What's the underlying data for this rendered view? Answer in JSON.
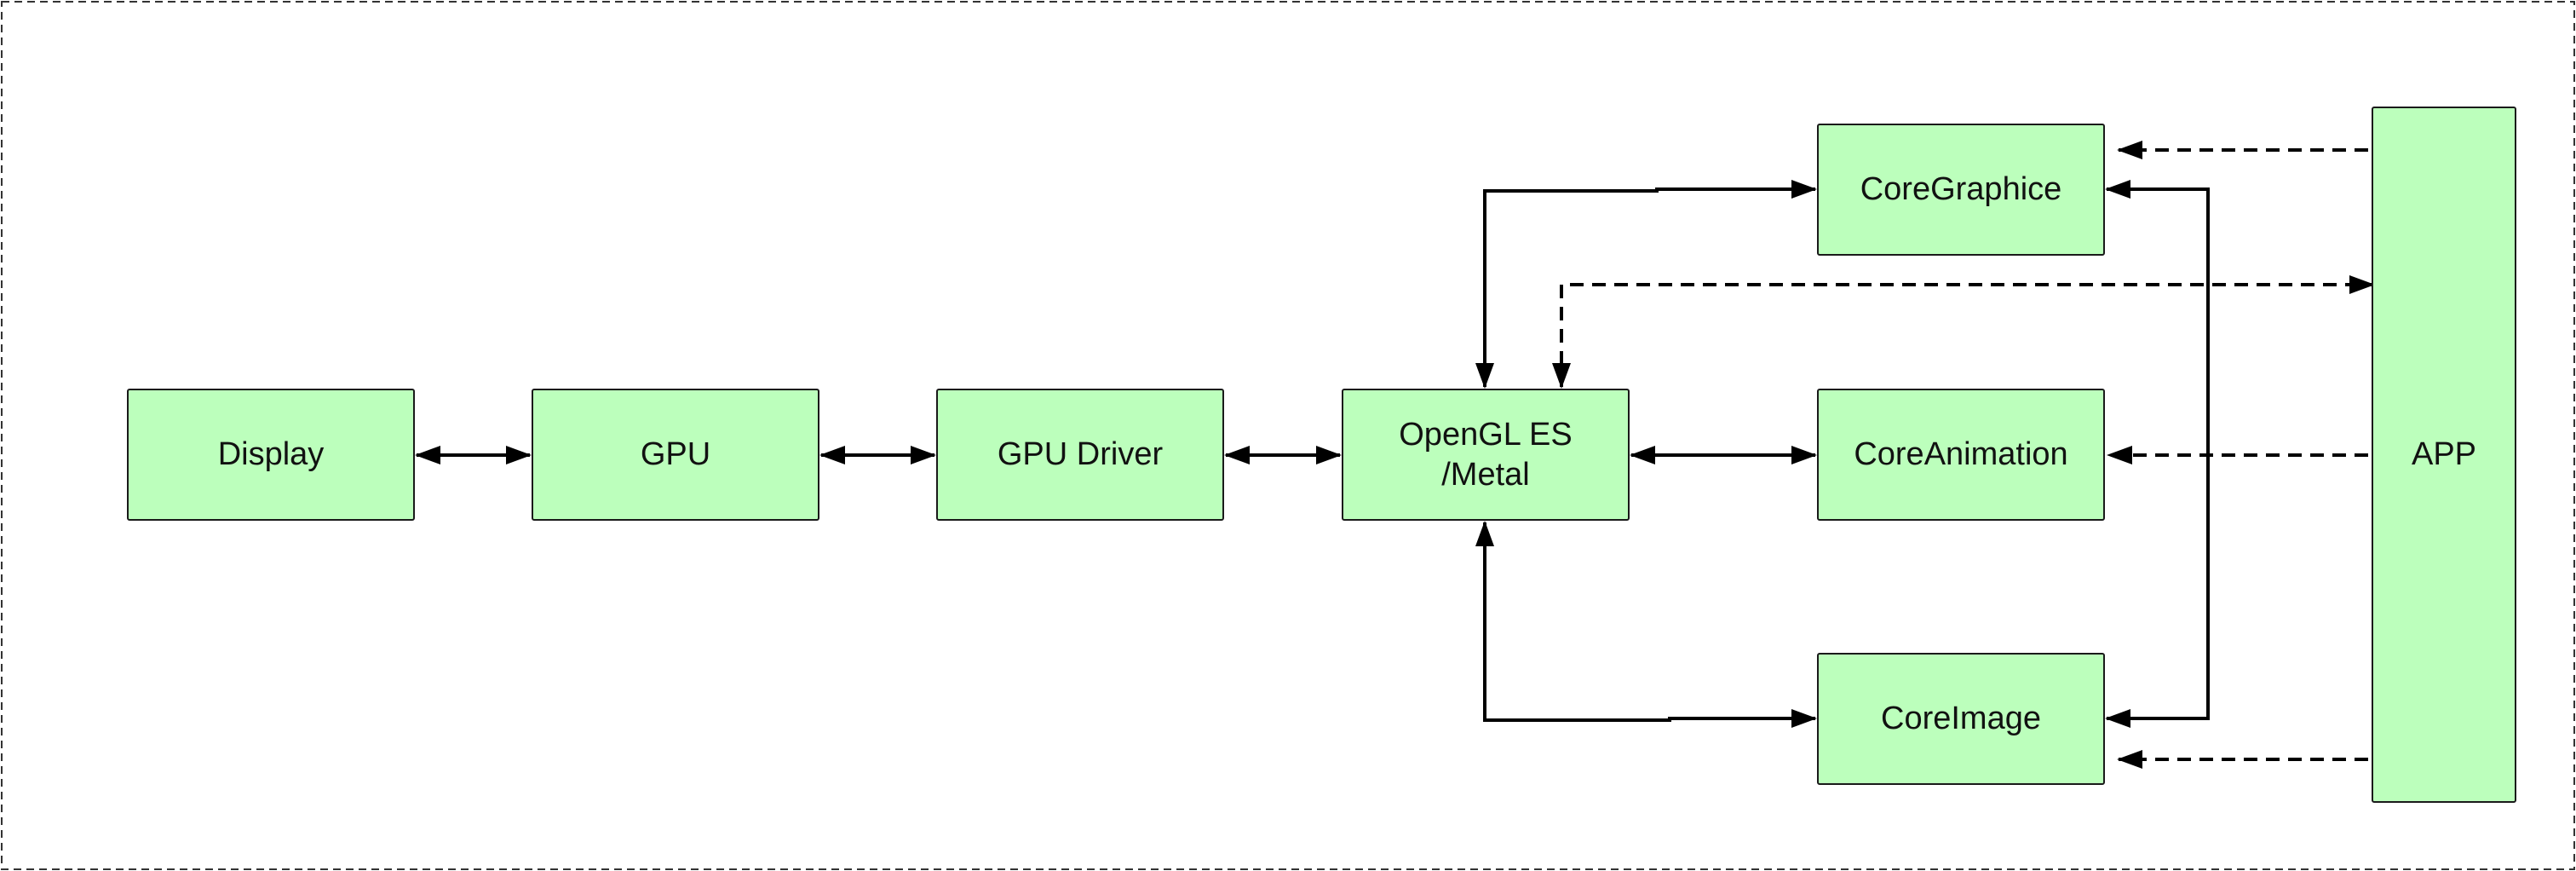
{
  "diagram": {
    "nodes": {
      "display": "Display",
      "gpu": "GPU",
      "gpu_driver": "GPU Driver",
      "opengl_metal": "OpenGL ES\n/Metal",
      "core_graphice": "CoreGraphice",
      "core_animation": "CoreAnimation",
      "core_image": "CoreImage",
      "app": "APP"
    },
    "colors": {
      "node_fill": "#bcffbc",
      "node_border": "#1a1a1a",
      "edge": "#000000",
      "frame": "#333333"
    }
  }
}
